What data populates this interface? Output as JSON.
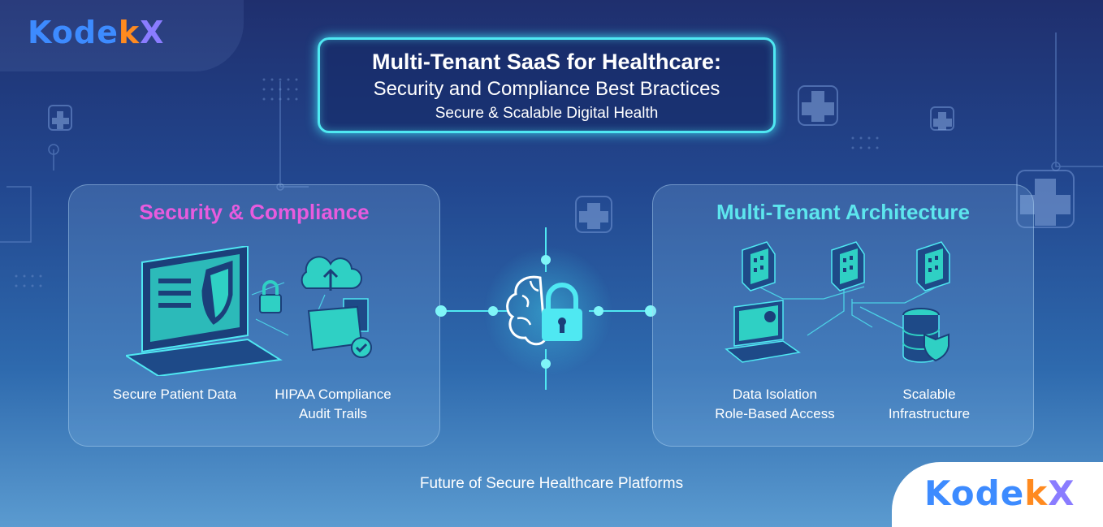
{
  "brand": {
    "part1": "Kode",
    "part2": "k",
    "part3": "X"
  },
  "header": {
    "title": "Multi-Tenant SaaS for Healthcare:",
    "subtitle": "Security and Compliance Best Bractices",
    "tagline": "Secure & Scalable Digital Health"
  },
  "left_card": {
    "heading": "Security & Compliance",
    "items": [
      "Secure Patient Data",
      "HIPAA Compliance",
      "Audit Trails"
    ]
  },
  "right_card": {
    "heading": "Multi-Tenant Architecture",
    "items": [
      "Data Isolation",
      "Role-Based Access",
      "Scalable",
      "Infrastructure"
    ]
  },
  "footer": "Future of Secure Healthcare Platforms",
  "colors": {
    "accent": "#4fe8f2",
    "magenta": "#e85bde",
    "teal": "#5de6ee",
    "brand_blue": "#3d8bff",
    "brand_orange": "#ff8a1f",
    "brand_purple": "#8a7cff"
  },
  "icons": [
    "laptop-shield-icon",
    "padlock-icon",
    "cloud-upload-icon",
    "folder-check-icon",
    "brain-lock-icon",
    "building-icon",
    "laptop-user-icon",
    "database-shield-icon",
    "medical-cross-icon"
  ]
}
